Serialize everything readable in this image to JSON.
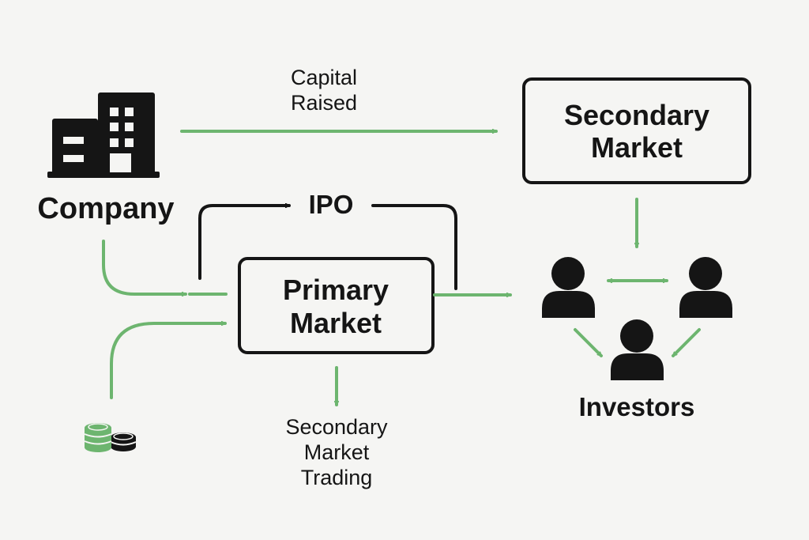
{
  "labels": {
    "company": "Company",
    "capital_raised_line1": "Capital",
    "capital_raised_line2": "Raised",
    "ipo": "IPO",
    "primary_market_line1": "Primary",
    "primary_market_line2": "Market",
    "secondary_market_line1": "Secondary",
    "secondary_market_line2": "Market",
    "secondary_trading_line1": "Secondary",
    "secondary_trading_line2": "Market",
    "secondary_trading_line3": "Trading",
    "investors": "Investors"
  },
  "icons": {
    "company": "office-building-icon",
    "coins": "coin-stack-icon",
    "investor": "person-icon"
  },
  "colors": {
    "background": "#f5f5f3",
    "ink": "#151515",
    "accent_green": "#6db56f"
  }
}
